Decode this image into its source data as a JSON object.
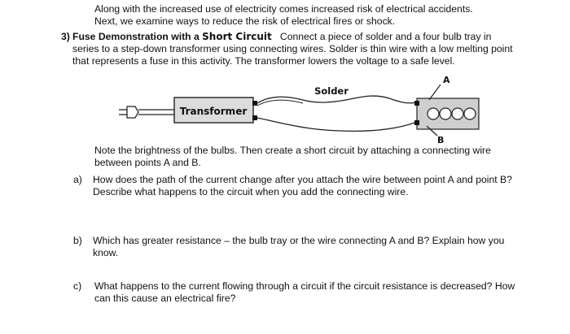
{
  "intro": {
    "line1": "Along with the increased use of electricity comes increased risk of electrical accidents.",
    "line2": "Next, we examine ways to reduce the risk of electrical fires or shock."
  },
  "q3": {
    "number": "3)",
    "title": "Fuse Demonstration with a ",
    "title_comic": "Short Circuit",
    "body": "Connect a piece of solder and a four bulb tray in series to a step-down transformer using connecting wires.  Solder is thin wire with a low melting point that represents a fuse in this activity.  The transformer lowers the voltage to a safe level."
  },
  "diagram": {
    "transformer_label": "Transformer",
    "solder_label": "Solder",
    "point_a": "A",
    "point_b": "B"
  },
  "note": "Note the brightness of the bulbs.  Then create a short circuit by attaching a connecting wire between points A and B.",
  "questions": {
    "a_label": "a)",
    "a_text": "How does the path of the current change after you attach the wire between point A and point B?  Describe what happens to the circuit when you add the connecting wire.",
    "b_label": "b)",
    "b_text": "Which has greater resistance – the bulb tray or the wire connecting A and B?  Explain how you know.",
    "c_label": "c)",
    "c_text": "What happens to the current flowing through a circuit if the circuit resistance is decreased?  How can this cause an electrical fire?"
  }
}
